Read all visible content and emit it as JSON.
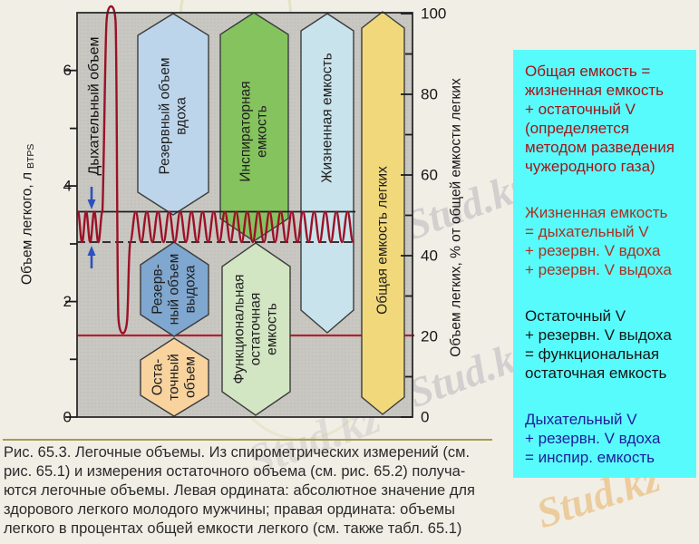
{
  "figure": {
    "tidal_label": "Дыхательный объем",
    "y_left": {
      "title": "Объем легкого, л",
      "title_sub": "BTPS",
      "ticks": [
        "6",
        "4",
        "2",
        "0"
      ]
    },
    "y_right": {
      "title": "Объем легких, % от общей емкости легких",
      "ticks": [
        "100",
        "80",
        "60",
        "40",
        "20",
        "0"
      ]
    },
    "banners": {
      "irv": {
        "lines": [
          "Резервный объем",
          "вдоха"
        ]
      },
      "ic": {
        "lines": [
          "Инспираторная",
          "емкость"
        ]
      },
      "vc": {
        "lines": [
          "Жизненная емкость"
        ]
      },
      "tlc": {
        "lines": [
          "Общая емкость легких"
        ]
      },
      "erv": {
        "lines": [
          "Резерв-",
          "ный объем",
          "выдоха"
        ]
      },
      "frc": {
        "lines": [
          "Функциональная",
          "остаточная",
          "емкость"
        ]
      },
      "rv": {
        "lines": [
          "Оста-",
          "точный",
          "объем"
        ]
      }
    }
  },
  "notes": {
    "p1": {
      "lines": [
        "Общая емкость =",
        "жизненная емкость",
        "+ остаточный V",
        "(определяется",
        "методом разведения",
        "чужеродного газа)"
      ]
    },
    "p2": {
      "lines": [
        "Жизненная емкость",
        "= дыхательный V",
        "+ резервн. V вдоха",
        "+ резервн. V выдоха"
      ]
    },
    "p3": {
      "lines": [
        "Остаточный V",
        "+ резервн. V выдоха",
        "= функциональная",
        "остаточная емкость"
      ]
    },
    "p4": {
      "lines": [
        "Дыхательный V",
        "+ резервн. V вдоха",
        "= инспир. емкость"
      ]
    }
  },
  "caption": {
    "lines": [
      "Рис. 65.3. Легочные объемы. Из спирометрических измерений (см.",
      "рис. 65.1) и измерения остаточного объема (см. рис. 65.2) получа-",
      "ются легочные объемы. Левая ордината: абсолютное значение для",
      "здорового легкого молодого мужчины; правая ордината: объемы",
      "легкого в процентах общей емкости легкого (см. также табл. 65.1)"
    ]
  },
  "watermark": {
    "text": "Stud.kz"
  },
  "colors": {
    "plot_bg": "#c8c7c1",
    "trace": "#9b1126",
    "residual_line": "#b42030",
    "guide_line": "#1c1c1c",
    "arrow_blue": "#2d4fc0",
    "cyan_box": "#58fbfb",
    "note_red": "#a31418",
    "note_red2": "#a83222",
    "note_black": "#161616",
    "note_blue": "#1e1d9c",
    "banner_irv": "#bdd5eb",
    "banner_ic": "#85c35e",
    "banner_vc": "#c8e3eb",
    "banner_tlc": "#f1d97b",
    "banner_erv": "#7fa7cf",
    "banner_frc": "#d3e6c3",
    "banner_rv": "#f8d39e"
  }
}
